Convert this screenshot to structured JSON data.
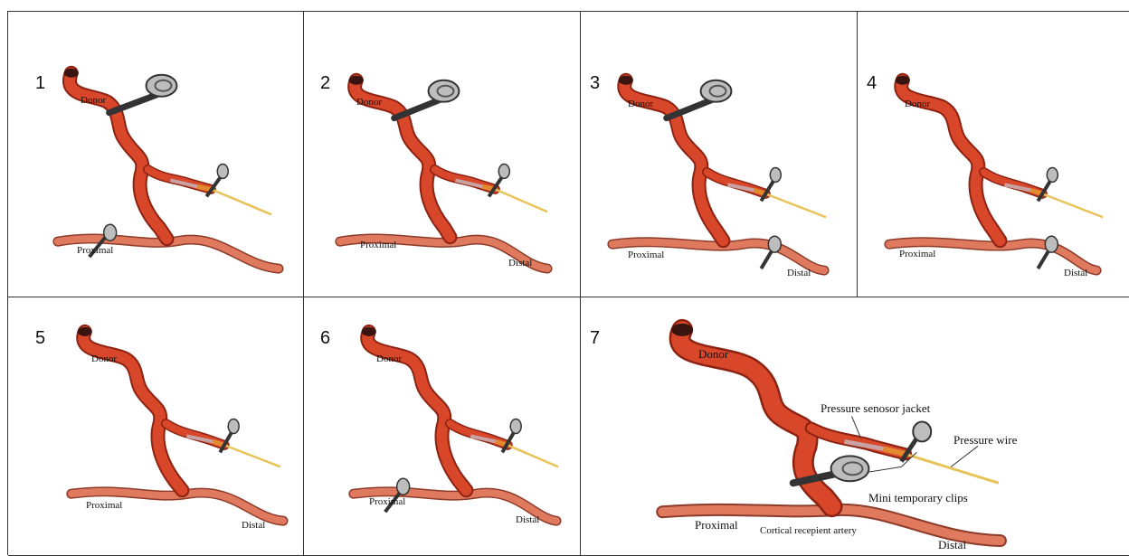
{
  "colors": {
    "artery": "#d9472b",
    "artery_dark": "#8c2212",
    "recipient": "#e07a5f",
    "wire": "#e8c35a",
    "sensor": "#c9a3a3",
    "clip": "#8a8a8a",
    "clip_dark": "#333333",
    "border": "#333333"
  },
  "panels": [
    {
      "number": "1",
      "donor": "Donor",
      "proximal": "Proximal",
      "distal": ""
    },
    {
      "number": "2",
      "donor": "Donor",
      "proximal": "Proximal",
      "distal": "Distal"
    },
    {
      "number": "3",
      "donor": "Donor",
      "proximal": "Proximal",
      "distal": "Distal"
    },
    {
      "number": "4",
      "donor": "Donor",
      "proximal": "Proximal",
      "distal": "Distal"
    },
    {
      "number": "5",
      "donor": "Donor",
      "proximal": "Proximal",
      "distal": "Distal"
    },
    {
      "number": "6",
      "donor": "Donor",
      "proximal": "Proximal",
      "distal": "Distal"
    },
    {
      "number": "7",
      "donor": "Donor",
      "proximal": "Proximal",
      "distal": "Distal",
      "pressure_sensor_jacket": "Pressure senosor jacket",
      "pressure_wire": "Pressure wire",
      "mini_temporary_clips": "Mini temporary clips",
      "cortical_recipient": "Cortical recepient artery"
    }
  ],
  "clips": {
    "panel1": [
      "donor-large",
      "bypass",
      "proximal-recipient"
    ],
    "panel2": [
      "donor-large",
      "bypass"
    ],
    "panel3": [
      "donor-large",
      "bypass",
      "distal-recipient"
    ],
    "panel4": [
      "bypass",
      "distal-recipient"
    ],
    "panel5": [
      "bypass"
    ],
    "panel6": [
      "bypass",
      "proximal-recipient"
    ],
    "panel7": [
      "bypass",
      "donor-large"
    ]
  }
}
